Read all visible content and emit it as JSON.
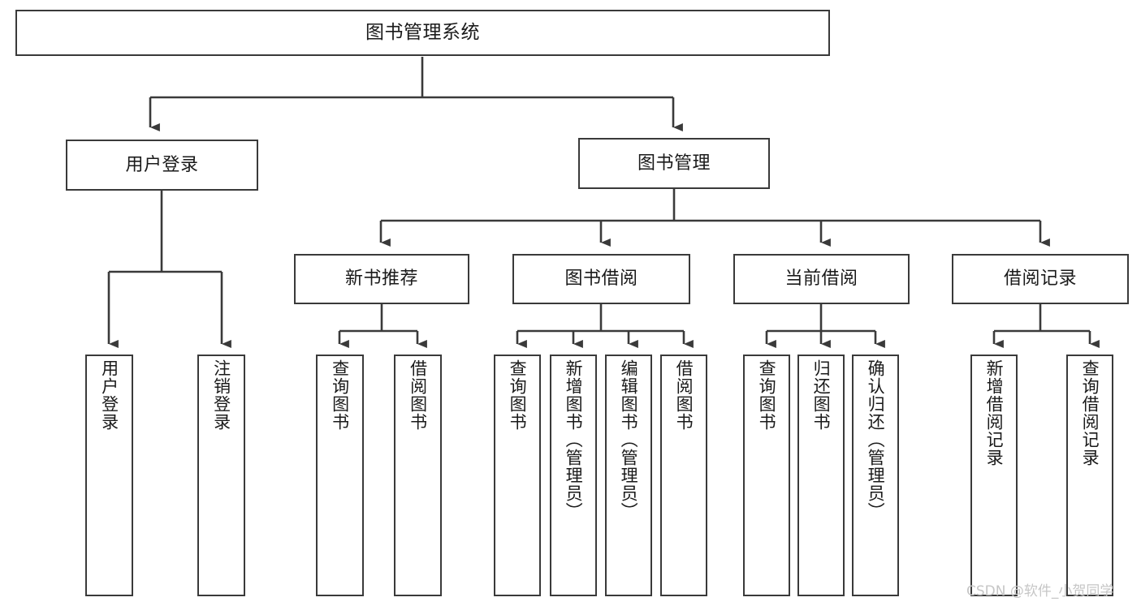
{
  "diagram": {
    "title": "图书管理系统",
    "type": "tree-hierarchy",
    "orientation": "top-down",
    "colors": {
      "box_border": "#3a3a3a",
      "box_fill": "#ffffff",
      "edge": "#3a3a3a",
      "text": "#1a1a1a",
      "watermark": "#c6c6c6",
      "background": "#ffffff"
    }
  },
  "nodes": {
    "root": {
      "label": "图书管理系统"
    },
    "level1": [
      {
        "id": "user-login",
        "label": "用户登录"
      },
      {
        "id": "book-manage",
        "label": "图书管理"
      }
    ],
    "level2": [
      {
        "id": "new-book-recommend",
        "label": "新书推荐"
      },
      {
        "id": "book-borrow",
        "label": "图书借阅"
      },
      {
        "id": "current-borrow",
        "label": "当前借阅"
      },
      {
        "id": "borrow-record",
        "label": "借阅记录"
      }
    ],
    "leaves": {
      "user-login": [
        {
          "id": "leaf-user-login",
          "label": "用户登录"
        },
        {
          "id": "leaf-logout-login",
          "label": "注销登录"
        }
      ],
      "new-book-recommend": [
        {
          "id": "leaf-query-book-1",
          "label": "查询图书"
        },
        {
          "id": "leaf-borrow-book-1",
          "label": "借阅图书"
        }
      ],
      "book-borrow": [
        {
          "id": "leaf-query-book-2",
          "label": "查询图书"
        },
        {
          "id": "leaf-add-book",
          "label": "新增图书（管理员）"
        },
        {
          "id": "leaf-edit-book",
          "label": "编辑图书（管理员）"
        },
        {
          "id": "leaf-borrow-book-2",
          "label": "借阅图书"
        }
      ],
      "current-borrow": [
        {
          "id": "leaf-query-book-3",
          "label": "查询图书"
        },
        {
          "id": "leaf-return-book",
          "label": "归还图书"
        },
        {
          "id": "leaf-confirm-return",
          "label": "确认归还（管理员）"
        }
      ],
      "borrow-record": [
        {
          "id": "leaf-add-record",
          "label": "新增借阅记录"
        },
        {
          "id": "leaf-query-record",
          "label": "查询借阅记录"
        }
      ]
    }
  },
  "watermark": {
    "text": "CSDN @软件_小贺同学"
  }
}
